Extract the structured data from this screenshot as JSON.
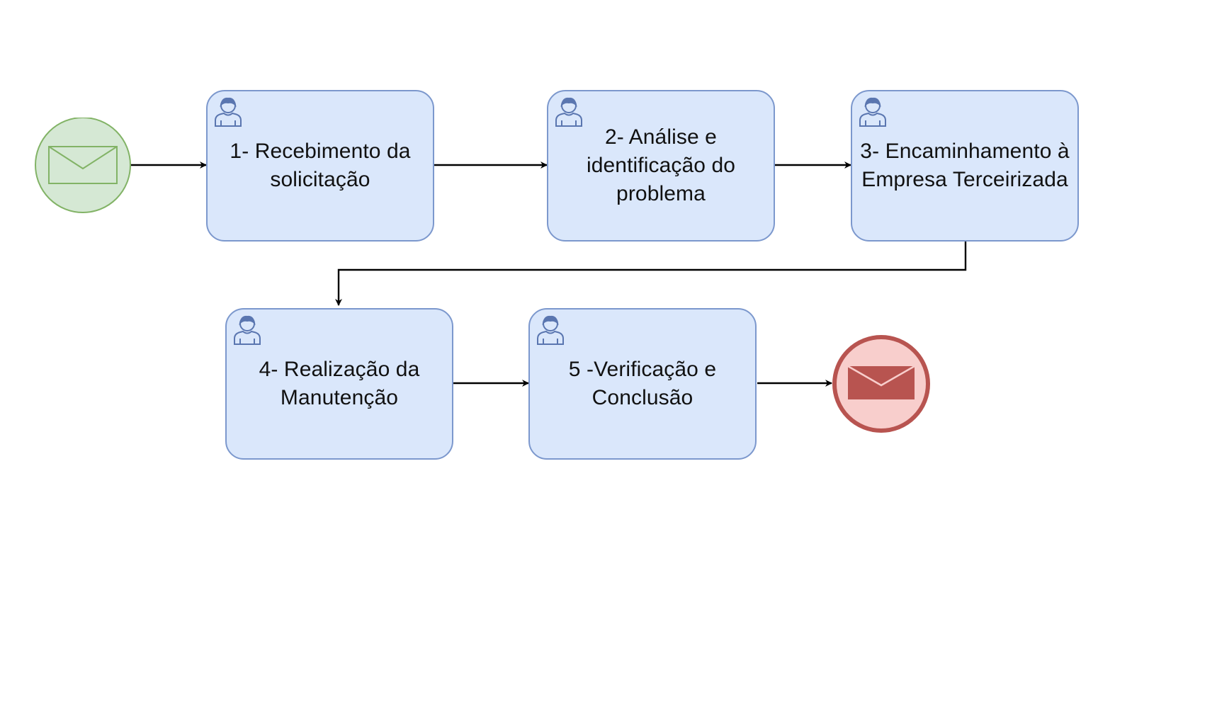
{
  "diagram": {
    "tasks": [
      {
        "id": "task-1",
        "label": "1- Recebimento da\nsolicitação",
        "icon": "user-icon"
      },
      {
        "id": "task-2",
        "label": "2- Análise e\nidentificação do\nproblema",
        "icon": "user-icon"
      },
      {
        "id": "task-3",
        "label": "3- Encaminhamento à\nEmpresa Terceirizada",
        "icon": "user-icon"
      },
      {
        "id": "task-4",
        "label": "4- Realização da\nManutenção",
        "icon": "user-icon"
      },
      {
        "id": "task-5",
        "label": "5 -Verificação e\nConclusão",
        "icon": "user-icon"
      }
    ],
    "start_event": {
      "type": "message-start-event",
      "icon": "envelope-icon"
    },
    "end_event": {
      "type": "message-end-event",
      "icon": "envelope-filled-icon"
    },
    "flows": [
      {
        "from": "start",
        "to": "task-1"
      },
      {
        "from": "task-1",
        "to": "task-2"
      },
      {
        "from": "task-2",
        "to": "task-3"
      },
      {
        "from": "task-3",
        "to": "task-4"
      },
      {
        "from": "task-4",
        "to": "task-5"
      },
      {
        "from": "task-5",
        "to": "end"
      }
    ],
    "colors": {
      "task_fill": "#dae7fb",
      "task_border": "#7c98cd",
      "start_fill": "#d5e8d4",
      "start_border": "#82b366",
      "end_fill": "#f8cecc",
      "end_border": "#b85450",
      "arrow": "#000000"
    }
  }
}
